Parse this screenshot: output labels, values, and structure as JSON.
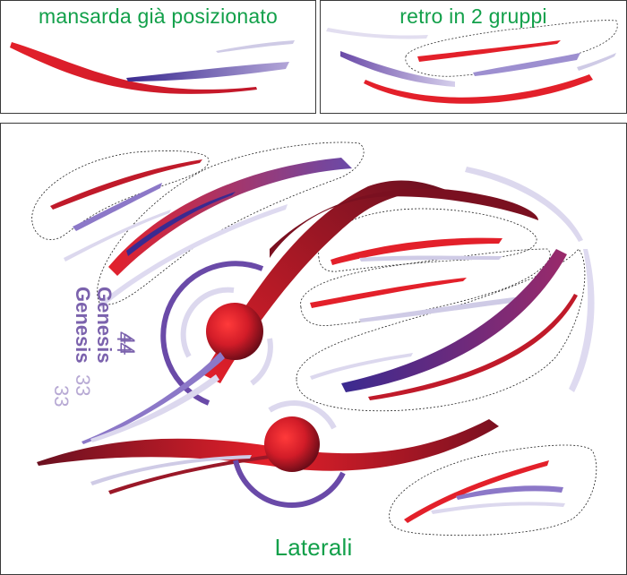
{
  "panels": {
    "top_left": {
      "title": "mansarda già posizionato"
    },
    "top_right": {
      "title": "retro in 2 gruppi"
    },
    "main": {
      "title": "Laterali",
      "labels": {
        "genesis_1": "Genesis",
        "genesis_2": "Genesis",
        "number_44_a": "44",
        "number_44_b": "44",
        "number_33_a": "33",
        "number_33_b": "33"
      }
    }
  },
  "colors": {
    "title_green": "#12a04a",
    "stripe_red": "#e3202a",
    "stripe_dark_red": "#7a1020",
    "stripe_purple": "#6a4aa8",
    "stripe_navy": "#3a2a90",
    "stripe_lavender": "#cfcbe6",
    "genesis_dark": "#7b62ad",
    "genesis_light": "#b7a9d4"
  }
}
